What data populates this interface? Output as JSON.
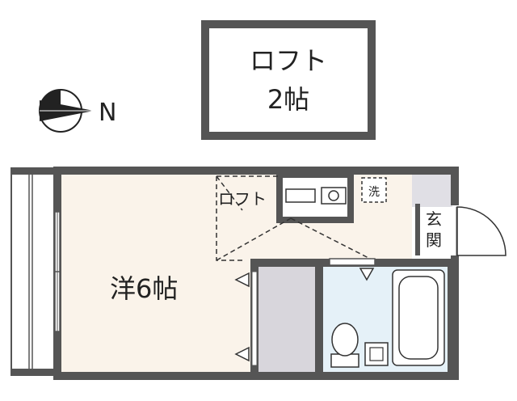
{
  "loft_box": {
    "line1": "ロフト",
    "line2": "2帖"
  },
  "compass": {
    "direction_label": "N"
  },
  "rooms": {
    "western_room": "洋6帖",
    "loft_label": "ロフト",
    "entrance_line1": "玄",
    "entrance_line2": "関",
    "washer_label": "洗"
  },
  "colors": {
    "wall": "#555555",
    "room_floor": "#faf3ea",
    "bath_floor": "#e5f1f8",
    "closet": "#d8d6dc",
    "entrance_floor": "#e0dfe5"
  }
}
